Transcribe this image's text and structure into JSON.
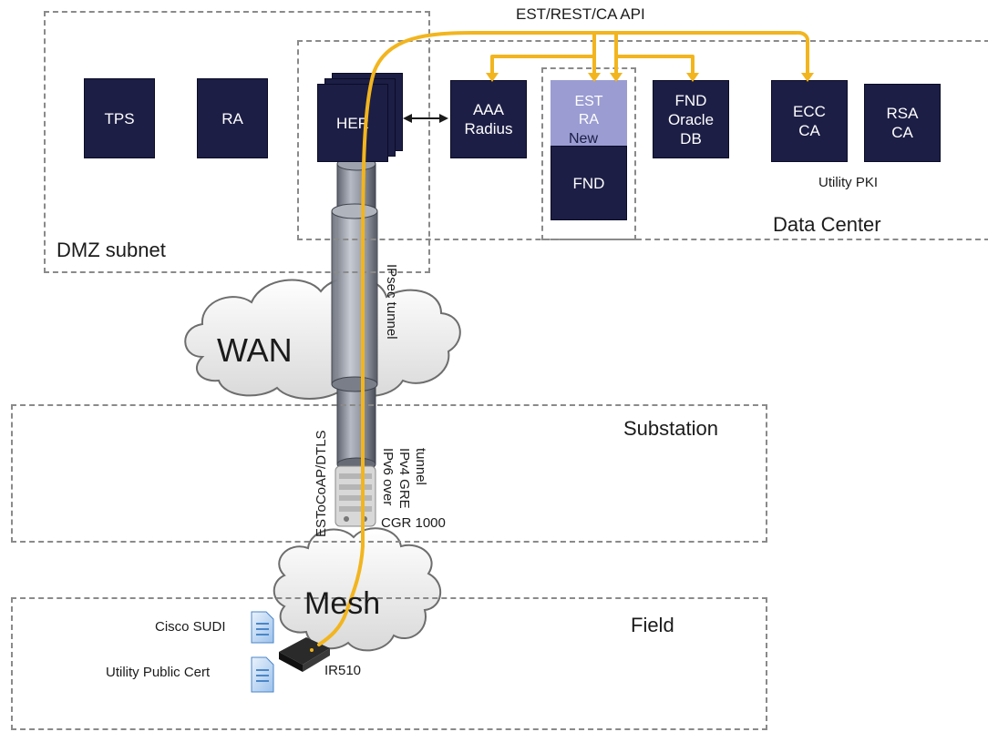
{
  "diagram": {
    "zones": {
      "dmz": "DMZ subnet",
      "data_center": "Data Center",
      "substation": "Substation",
      "field": "Field"
    },
    "top_label": "EST/REST/CA API",
    "boxes": {
      "tps": "TPS",
      "ra": "RA",
      "her": "HER",
      "aaa": "AAA\nRadius",
      "est_ra": "EST\nRA",
      "new": "New",
      "fnd": "FND",
      "fnd_db": "FND\nOracle\nDB",
      "ecc": "ECC\nCA",
      "rsa": "RSA\nCA"
    },
    "utility_pki": "Utility PKI",
    "wan": "WAN",
    "mesh": "Mesh",
    "ipsec": "IPsec tunnel",
    "estocoap": "ESToCoAP/DTLS",
    "gre_line1": "IPv6 over",
    "gre_line2": "IPv4  GRE",
    "gre_line3": "tunnel",
    "cgr": "CGR 1000",
    "ir510": "IR510",
    "cisco_sudi": "Cisco SUDI",
    "utility_cert": "Utility Public Cert",
    "colors": {
      "box": "#1c1e45",
      "box_highlight": "#9a9cd2",
      "api_path": "#f2b51e",
      "zone_border": "#8a8a8a"
    }
  }
}
